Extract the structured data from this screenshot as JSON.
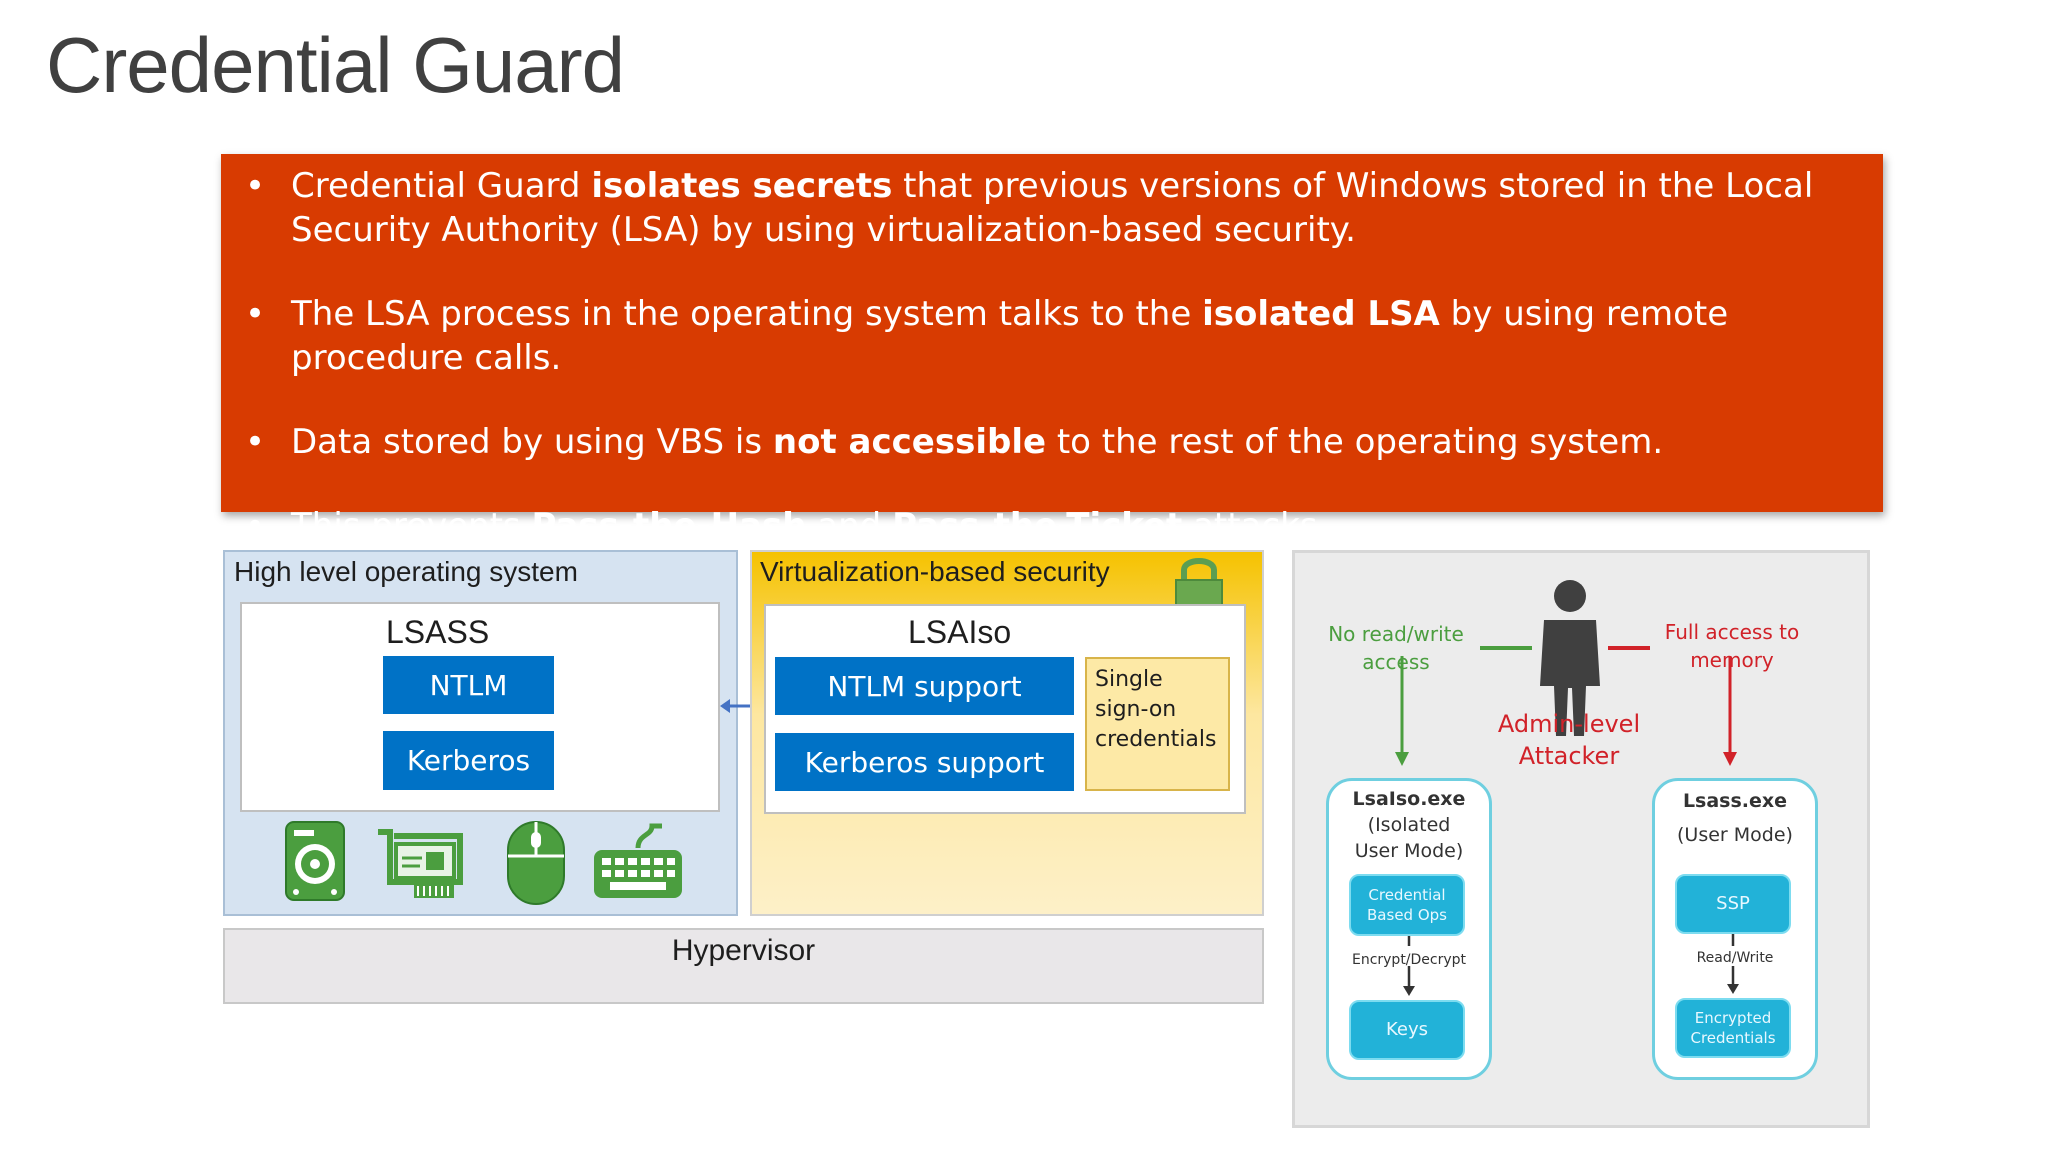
{
  "title": "Credential Guard",
  "bullets": [
    {
      "parts": [
        {
          "t": "Credential Guard ",
          "b": false
        },
        {
          "t": "isolates secrets",
          "b": true
        },
        {
          "t": " that previous versions of Windows stored in the Local Security Authority (LSA) by using virtualization-based security.",
          "b": false
        }
      ]
    },
    {
      "parts": [
        {
          "t": "The LSA process in the operating system talks to the ",
          "b": false
        },
        {
          "t": "isolated LSA",
          "b": true
        },
        {
          "t": " by using remote procedure calls.",
          "b": false
        }
      ]
    },
    {
      "parts": [
        {
          "t": "Data stored by using VBS is ",
          "b": false
        },
        {
          "t": "not accessible",
          "b": true
        },
        {
          "t": " to the rest of the operating system.",
          "b": false
        }
      ]
    },
    {
      "parts": [
        {
          "t": "This prevents ",
          "b": false
        },
        {
          "t": "Pass-the-Hash",
          "b": true
        },
        {
          "t": " and ",
          "b": false
        },
        {
          "t": "Pass-the-Ticket",
          "b": true
        },
        {
          "t": " attacks",
          "b": false
        }
      ]
    }
  ],
  "bullet_char": "•",
  "colors": {
    "banner": "#d83b01",
    "blue": "#0072c6",
    "green": "#4b9e3f",
    "red": "#d12229",
    "cyan": "#22b2d8"
  },
  "left_diagram": {
    "hlos_label": "High level operating system",
    "lsass_label": "LSASS",
    "ntlm": "NTLM",
    "kerberos": "Kerberos",
    "vbs_label": "Virtualization-based security",
    "lsaiso_label": "LSAIso",
    "ntlm_support": "NTLM support",
    "kerberos_support": "Kerberos support",
    "sso": "Single sign-on credentials",
    "hypervisor": "Hypervisor",
    "icons": [
      "hard-drive-icon",
      "network-card-icon",
      "mouse-icon",
      "keyboard-icon",
      "lock-icon"
    ]
  },
  "right_diagram": {
    "no_access": "No read/write access",
    "full_access": "Full access to memory",
    "attacker": "Admin-level Attacker",
    "left_card": {
      "title_bold": "LsaIso.exe",
      "sub1": "(Isolated",
      "sub2": "User Mode)",
      "box1": "Credential Based Ops",
      "mid": "Encrypt/Decrypt",
      "box2": "Keys"
    },
    "right_card": {
      "title_bold": "Lsass.exe",
      "sub1": "(User Mode)",
      "box1": "SSP",
      "mid": "Read/Write",
      "box2": "Encrypted Credentials"
    }
  }
}
